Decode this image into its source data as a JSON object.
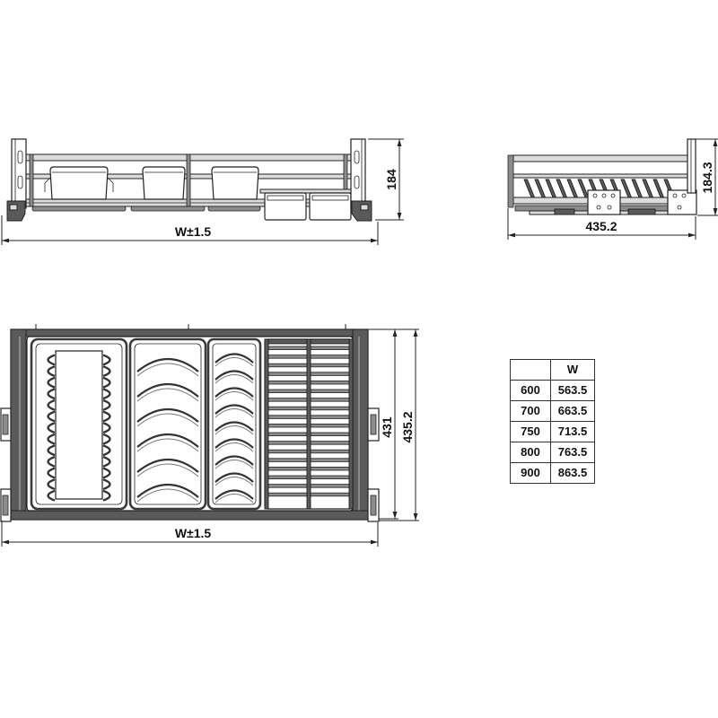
{
  "front_view": {
    "height_label": "184",
    "width_label": "W±1.5"
  },
  "side_view": {
    "height_label": "184.3",
    "depth_label": "435.2"
  },
  "top_view": {
    "inner_depth_label": "431",
    "outer_depth_label": "435.2",
    "width_label": "W±1.5"
  },
  "size_table": {
    "column_header": "W",
    "rows": [
      {
        "size": "600",
        "w": "563.5"
      },
      {
        "size": "700",
        "w": "663.5"
      },
      {
        "size": "750",
        "w": "713.5"
      },
      {
        "size": "800",
        "w": "763.5"
      },
      {
        "size": "900",
        "w": "863.5"
      }
    ]
  },
  "colors": {
    "line": "#222222",
    "metal_dark": "#5a5a5a",
    "metal_mid": "#8c8c8c",
    "background": "#ffffff"
  }
}
